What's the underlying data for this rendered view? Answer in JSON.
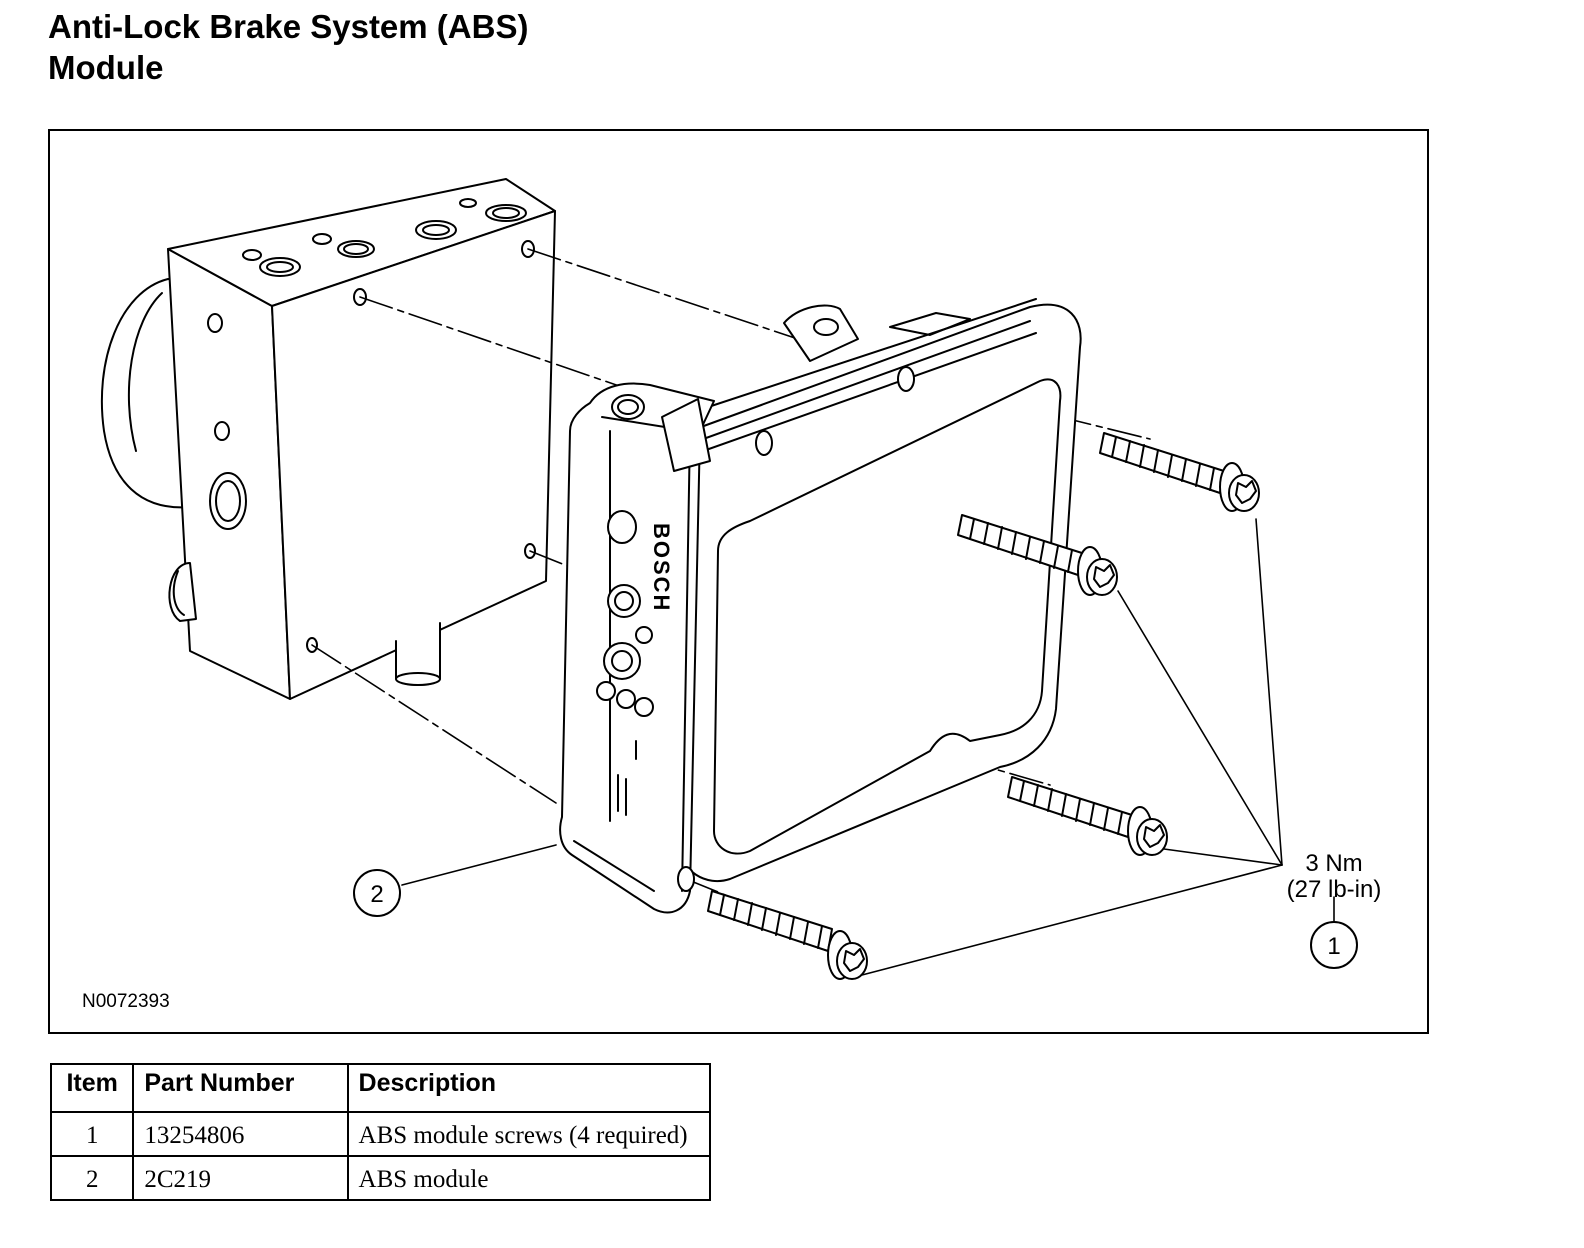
{
  "title": {
    "line1": "Anti-Lock Brake System (ABS)",
    "line2": "Module"
  },
  "figure": {
    "id_label": "N0072393",
    "torque": {
      "value": "3 Nm",
      "imperial": "(27 lb-in)"
    },
    "callouts": [
      "1",
      "2"
    ],
    "stamped_text": "BOSCH"
  },
  "table": {
    "headers": [
      "Item",
      "Part Number",
      "Description"
    ],
    "rows": [
      {
        "item": "1",
        "part_number": "13254806",
        "description": "ABS module screws (4 required)"
      },
      {
        "item": "2",
        "part_number": "2C219",
        "description": "ABS module"
      }
    ]
  }
}
